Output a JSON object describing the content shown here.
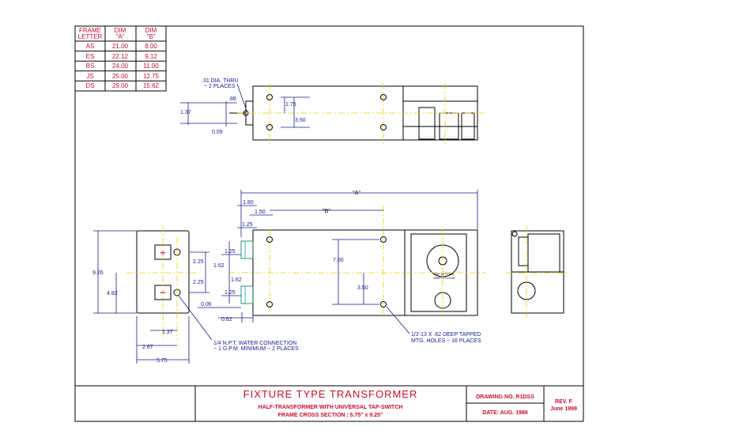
{
  "frame_table": {
    "headers": [
      [
        "FRAME",
        "LETTER"
      ],
      [
        "DIM",
        "\"A\""
      ],
      [
        "DIM",
        "\"B\""
      ]
    ],
    "rows": [
      [
        "AS",
        "21.00",
        "8.00"
      ],
      [
        "ES",
        "22.12",
        "9.12"
      ],
      [
        "BS",
        "24.00",
        "11.00"
      ],
      [
        "JS",
        "25.00",
        "12.75"
      ],
      [
        "DS",
        "29.00",
        "15.62"
      ]
    ]
  },
  "top_view": {
    "hole_note": ".31 DIA. THRU",
    "hole_note2": "~ 2 PLACES",
    "d_088": ".88",
    "d_137": "1.37",
    "d_009": "0.09",
    "d_175": "1.75",
    "d_350": "3.50"
  },
  "front_view": {
    "dim_a": "\"A\"",
    "dim_b": "\"B\"",
    "d_180": "1.80",
    "d_150": "1.50",
    "d_125a": "1.25",
    "d_125b": "1.25",
    "d_162a": "1.62",
    "d_162b": "1.62",
    "d_125c": "1.25",
    "d_006": "0.06",
    "d_062": "0.62",
    "d_700": "7.00",
    "d_350": "3.50",
    "tap_note1": "1/2-13 X .62 DEEP TAPPED",
    "tap_note2": "MTG. HOLES ~ 16 PLACES",
    "switch_text1": "TAP SETTING",
    "switch_text2": "SWITCH LOCK"
  },
  "side_view": {
    "d_926": "9.26",
    "d_482": "4.82",
    "d_225a": "2.25",
    "d_225b": "2.25",
    "d_137": "1.37",
    "d_267": "2.67",
    "d_575": "5.75",
    "plus": "+",
    "minus": "−",
    "water_note1": "1/4 N.P.T. WATER CONNECTION",
    "water_note2": "~ 1 G.P.M. MINIMUM ~ 2 PLACES"
  },
  "title_block": {
    "title": "FIXTURE   TYPE   TRANSFORMER",
    "subtitle1": "HALF-TRANSFORMER WITH UNIVERSAL TAP-SWITCH",
    "subtitle2": "FRAME CROSS SECTION : 5.75\" x 9.25\"",
    "drawing_no": "DRAWING NO. R1DSS",
    "date": "DATE: AUG. 1986",
    "rev": "REV. F",
    "rev_date": "June 1999"
  },
  "colors": {
    "outline": "#000000",
    "dimension": "#1a1a8c",
    "text_red": "#c8102e",
    "centerline": "#e6d200",
    "magenta": "#d4009c"
  }
}
